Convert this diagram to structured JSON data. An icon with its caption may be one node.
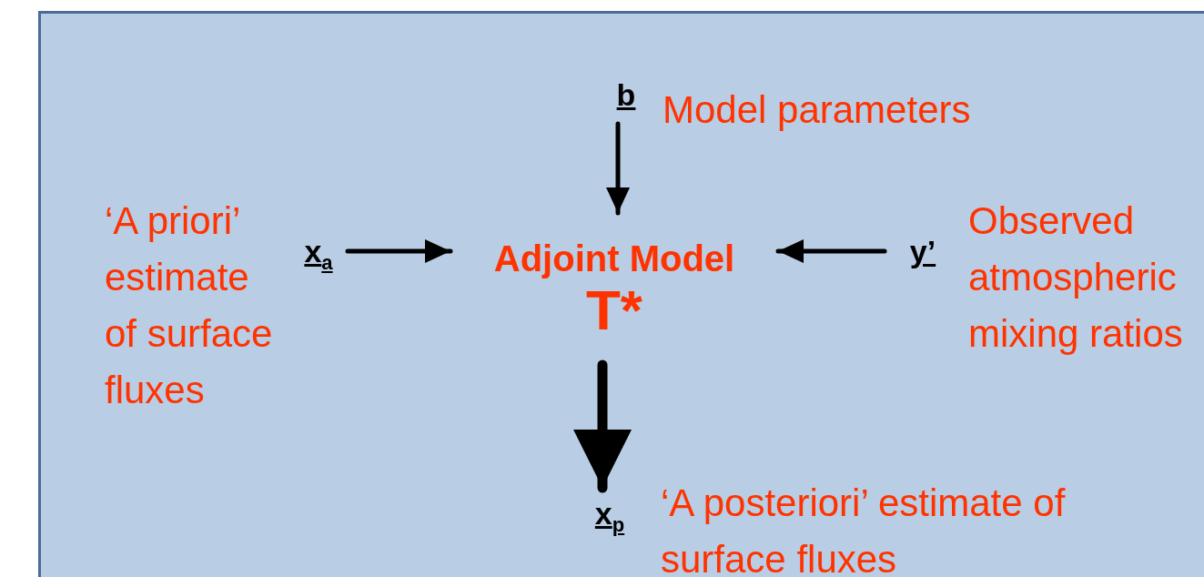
{
  "diagram": {
    "nodes": [
      {
        "text": [
          "b"
        ],
        "beside": [
          "Model parameters"
        ]
      },
      {
        "text": [
          "x$_{a}$"
        ],
        "beside": [
          "‘A priori’ estimate of surface fluxes"
        ]
      },
      {
        "text": [
          "Adjoint Model",
          "T*"
        ]
      },
      {
        "text": [
          "y’"
        ],
        "beside": [
          "Observed atmospheric mixing ratios"
        ]
      },
      {
        "text": [
          "x$_{p}$"
        ],
        "beside": [
          "‘A posteriori’ estimate of surface fluxes"
        ]
      }
    ],
    "edges": [
      {
        "from": 0,
        "to": 2,
        "arrow": "to"
      },
      {
        "from": 1,
        "to": 2,
        "arrow": "to"
      },
      {
        "from": 3,
        "to": 2,
        "arrow": "to"
      },
      {
        "from": 2,
        "to": 4,
        "arrow": "to",
        "style": "thick"
      }
    ]
  }
}
